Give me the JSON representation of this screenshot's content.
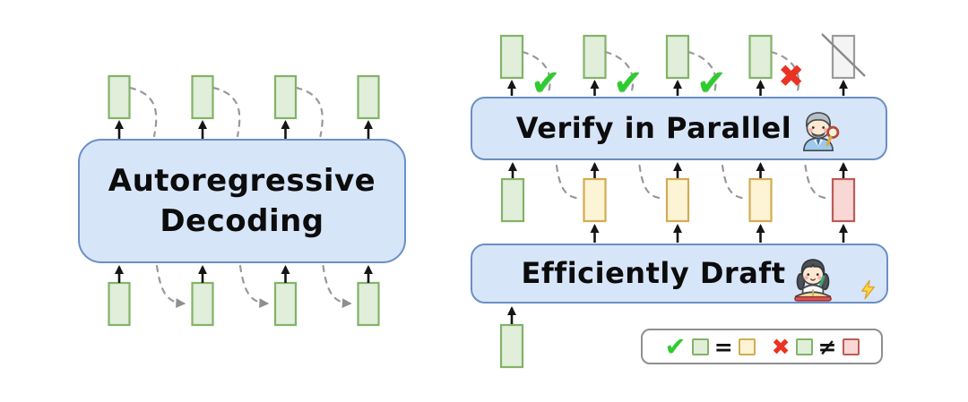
{
  "left_panel": {
    "title_line1": "Autoregressive",
    "title_line2": "Decoding"
  },
  "right_panel": {
    "verify_box_label": "Verify in Parallel",
    "draft_box_label": "Efficiently Draft"
  },
  "marks": {
    "check": "✔",
    "cross": "✖",
    "equals": "=",
    "not_equals": "≠"
  },
  "icons": {
    "verifier": "detective-with-magnifier-icon",
    "drafter": "writer-student-icon",
    "speed": "lightning-bolt-icon",
    "accept": "green-check-icon",
    "reject": "red-cross-icon"
  },
  "colors": {
    "token_green_fill": "#E0EEDA",
    "token_green_stroke": "#82B366",
    "token_yellow_fill": "#FDF4D5",
    "token_yellow_stroke": "#D2AC52",
    "token_red_fill": "#F8D7D5",
    "token_red_stroke": "#BD5B56",
    "token_gray_fill": "#F4F4F4",
    "token_gray_stroke": "#9B9B9B",
    "box_fill": "#D7E5F9",
    "box_stroke": "#6A8FC3",
    "check_green": "#2FCC2F",
    "cross_red": "#EA3323"
  }
}
